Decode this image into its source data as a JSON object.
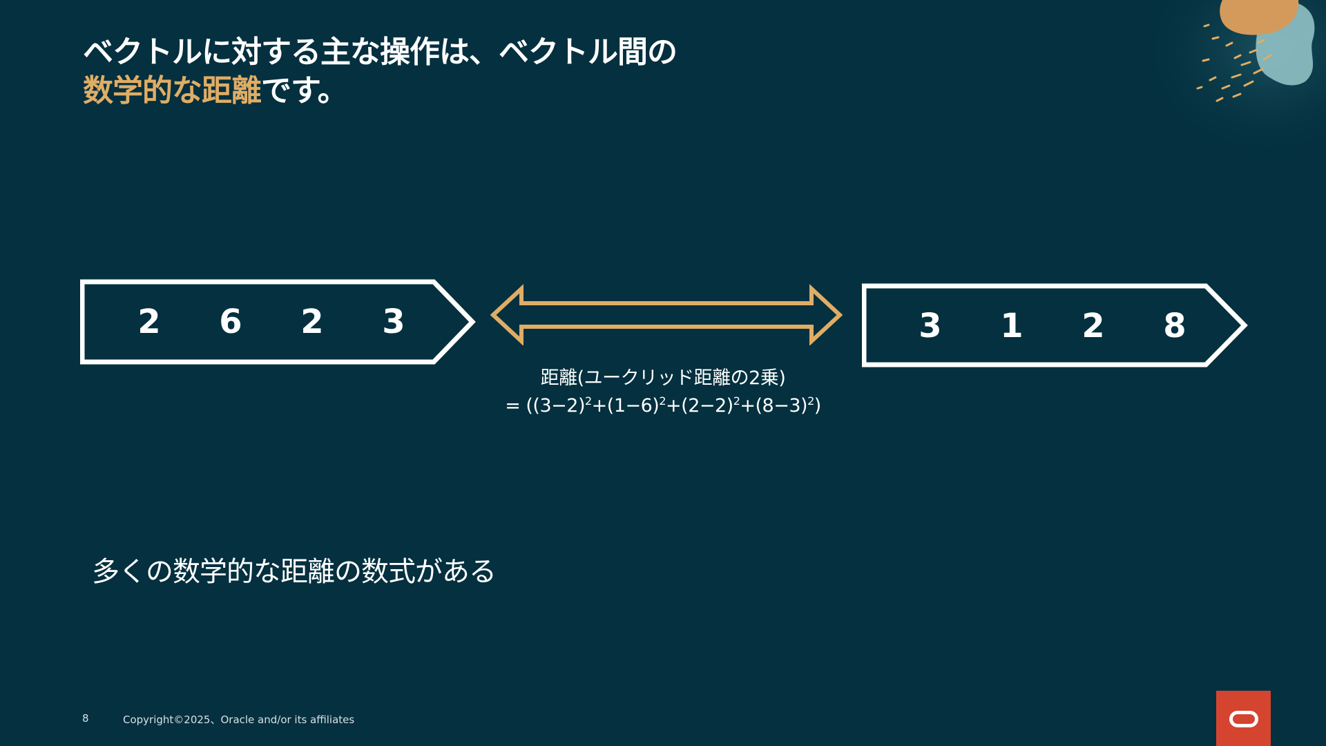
{
  "slide": {
    "title_line1": "ベクトルに対する主な操作は、ベクトル間の",
    "title_accent": "数学的な距離",
    "title_tail": "です。",
    "accent_color": "#e0ad65",
    "background_color": "#04303f"
  },
  "vectors": {
    "left": [
      "2",
      "6",
      "2",
      "3"
    ],
    "right": [
      "3",
      "1",
      "2",
      "8"
    ]
  },
  "distance": {
    "label": "距離(ユークリッド距離の2乗)",
    "formula_prefix": "=  ((3−2)",
    "sup": "2",
    "part2": "+(1−6)",
    "part3": "+(2−2)",
    "part4": "+(8−3)",
    "formula_suffix": ")"
  },
  "note": "多くの数学的な距離の数式がある",
  "footer": {
    "page_number": "8",
    "copyright": "Copyright©2025、Oracle and/or its affiliates"
  },
  "icons": {
    "logo": "oracle-logo-icon",
    "decor": "decorative-illustration-icon",
    "arrow": "double-arrow-icon"
  }
}
